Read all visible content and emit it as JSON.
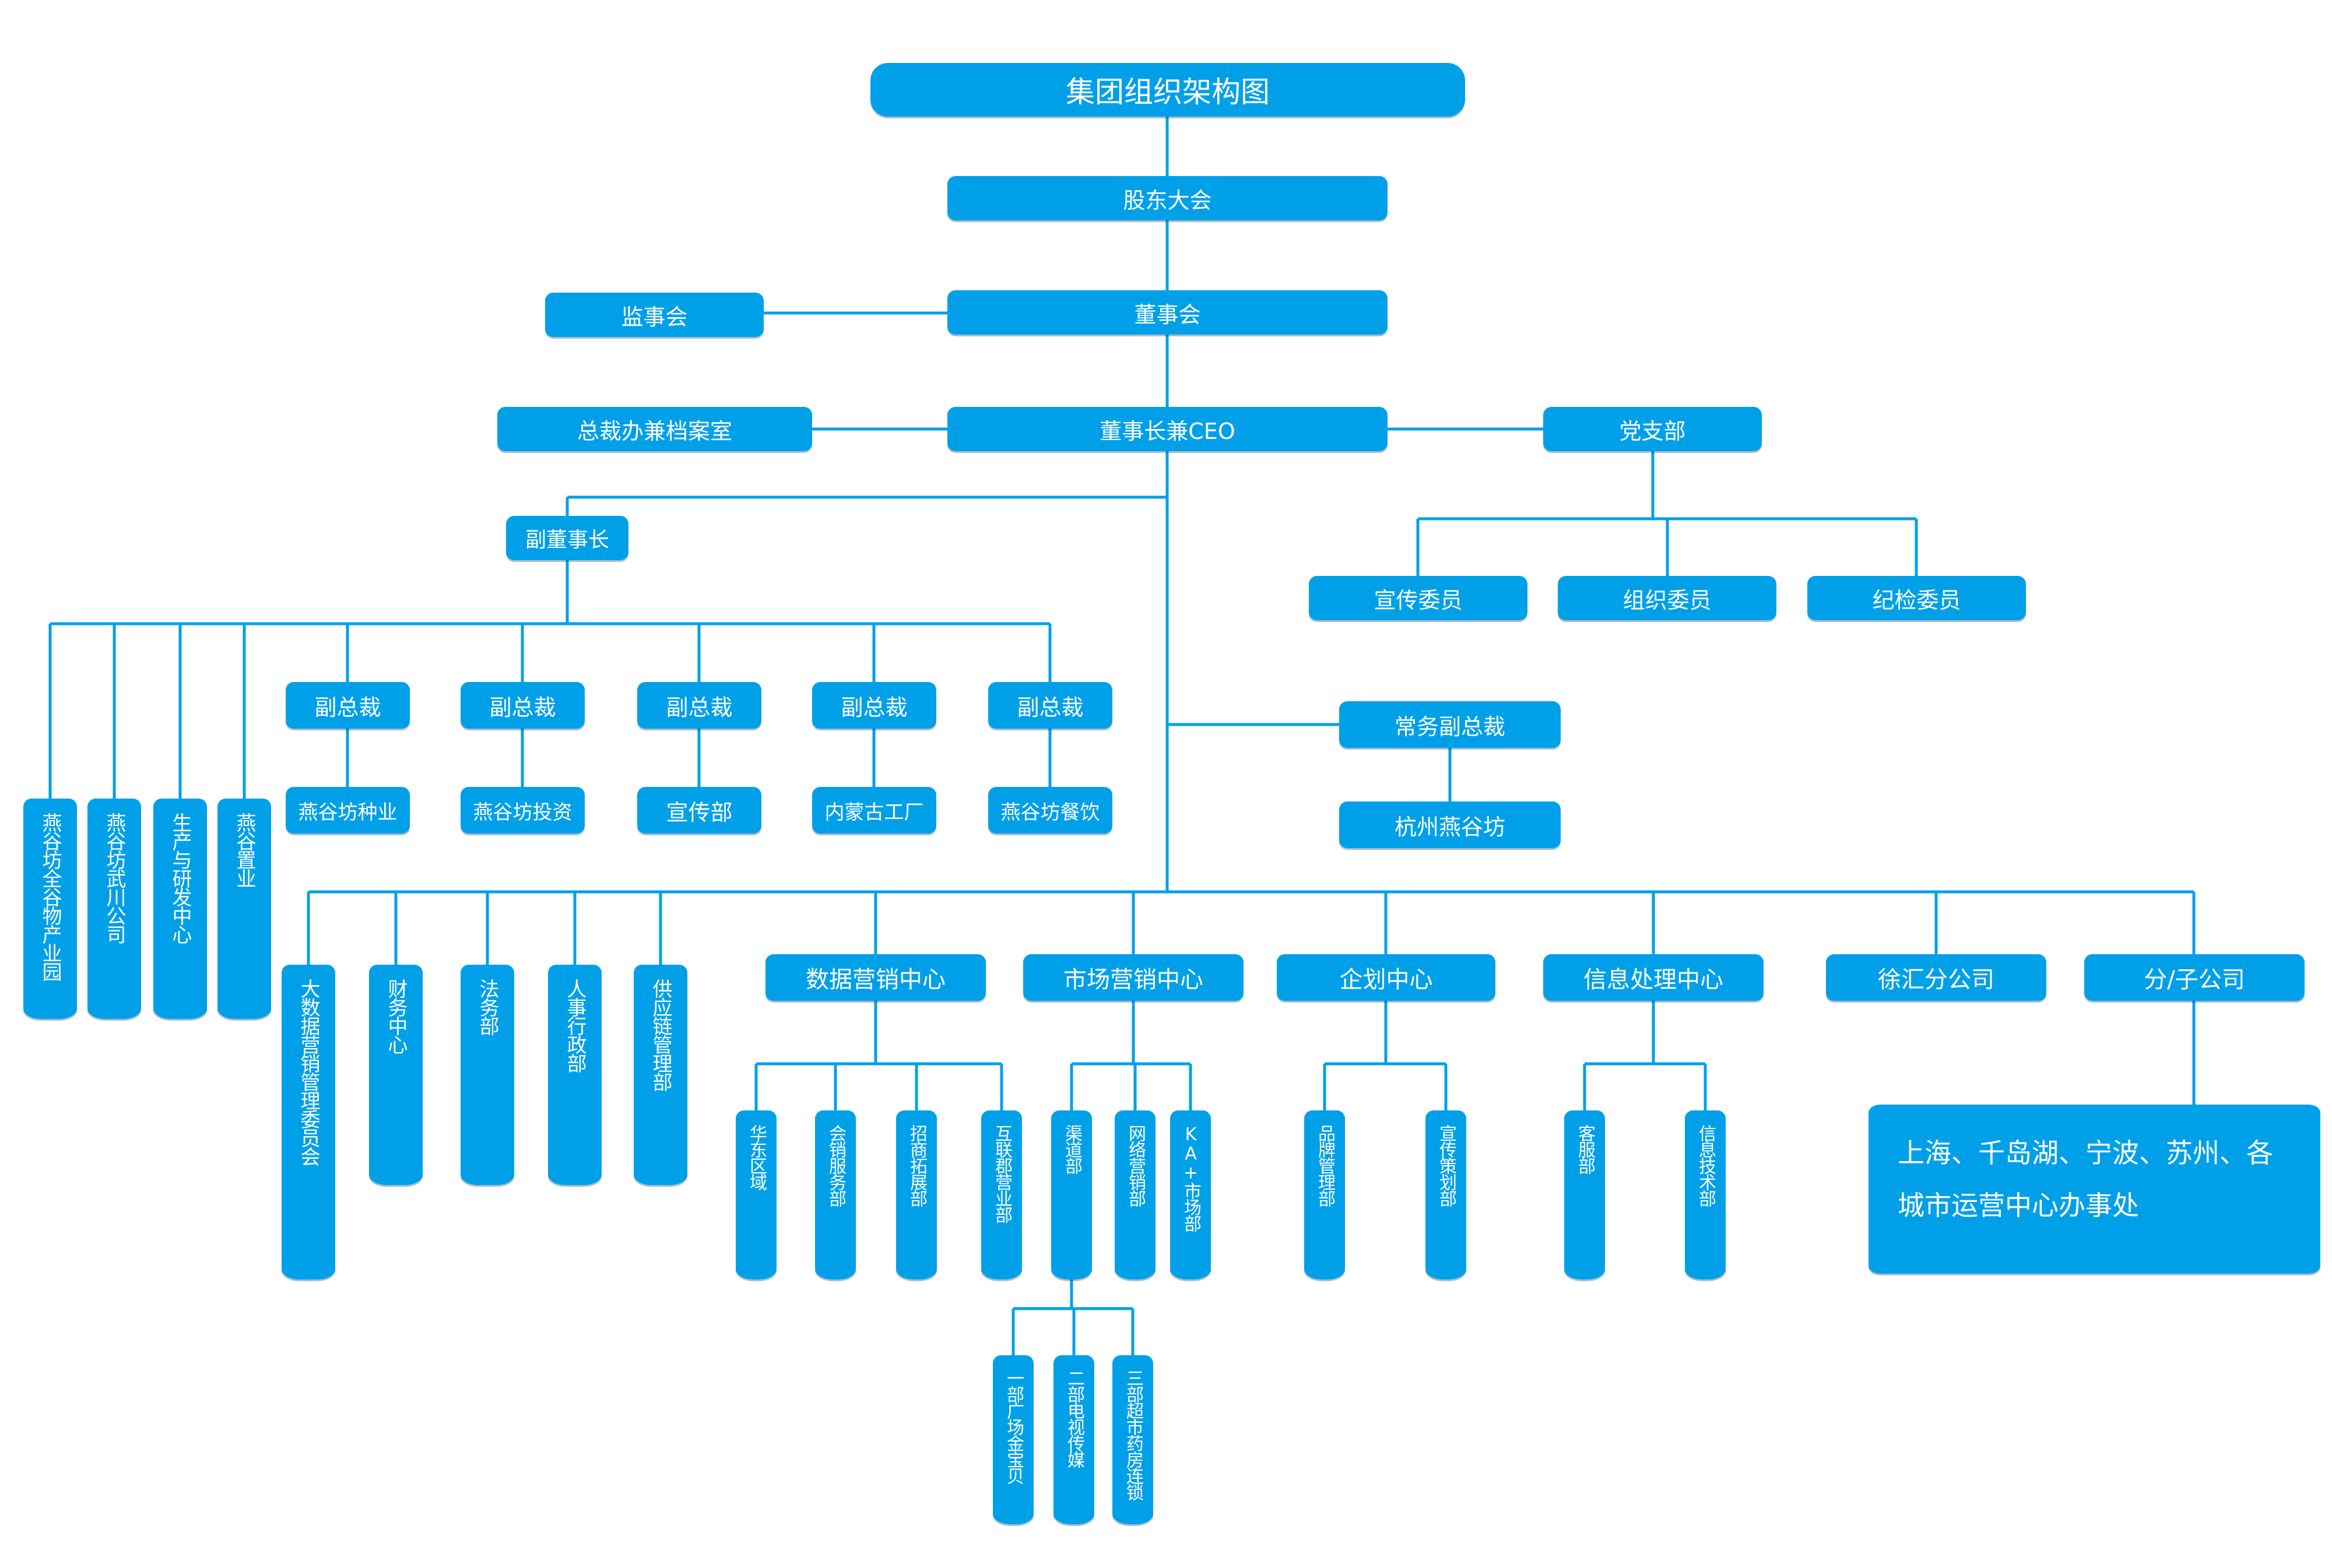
{
  "title": "集团组织架构图",
  "colors": {
    "box": "#00a0e9",
    "line": "#00a0e9",
    "text": "#ffffff"
  },
  "top": {
    "shareholders": "股东大会",
    "board": "董事会",
    "supervisors": "监事会",
    "ceo": "董事长兼CEO",
    "president_office": "总裁办兼档案室",
    "party": "党支部"
  },
  "party_members": [
    "宣传委员",
    "组织委员",
    "纪检委员"
  ],
  "vice_chairman": "副董事长",
  "vc_companies": [
    "燕谷坊全谷物产业园",
    "燕谷坊武川公司",
    "生产与研发中心",
    "燕谷置业"
  ],
  "vice_presidents": [
    {
      "title": "副总裁",
      "unit": "燕谷坊种业"
    },
    {
      "title": "副总裁",
      "unit": "燕谷坊投资"
    },
    {
      "title": "副总裁",
      "unit": "宣传部"
    },
    {
      "title": "副总裁",
      "unit": "内蒙古工厂"
    },
    {
      "title": "副总裁",
      "unit": "燕谷坊餐饮"
    }
  ],
  "exec_vp": {
    "title": "常务副总裁",
    "unit": "杭州燕谷坊"
  },
  "departments": [
    "大数据营销管理委员会",
    "财务中心",
    "法务部",
    "人事行政部",
    "供应链管理部"
  ],
  "centers": {
    "data_marketing": {
      "name": "数据营销中心",
      "children": [
        "华东区域",
        "会销服务部",
        "招商拓展部",
        "互联郡营业部"
      ]
    },
    "market_marketing": {
      "name": "市场营销中心",
      "children": [
        "渠道部",
        "网络营销部",
        "KA+市场部"
      ],
      "channel_sub": [
        "一部广场金宝贝",
        "二部电视传媒",
        "三部超市药房连锁"
      ]
    },
    "planning": {
      "name": "企划中心",
      "children": [
        "品牌管理部",
        "宣传策划部"
      ]
    },
    "info": {
      "name": "信息处理中心",
      "children": [
        "客服部",
        "信息技术部"
      ]
    },
    "xuhui": {
      "name": "徐汇分公司"
    },
    "branches": {
      "name": "分/子公司",
      "child": "上海、千岛湖、宁波、苏州、各城市运营中心办事处"
    }
  }
}
